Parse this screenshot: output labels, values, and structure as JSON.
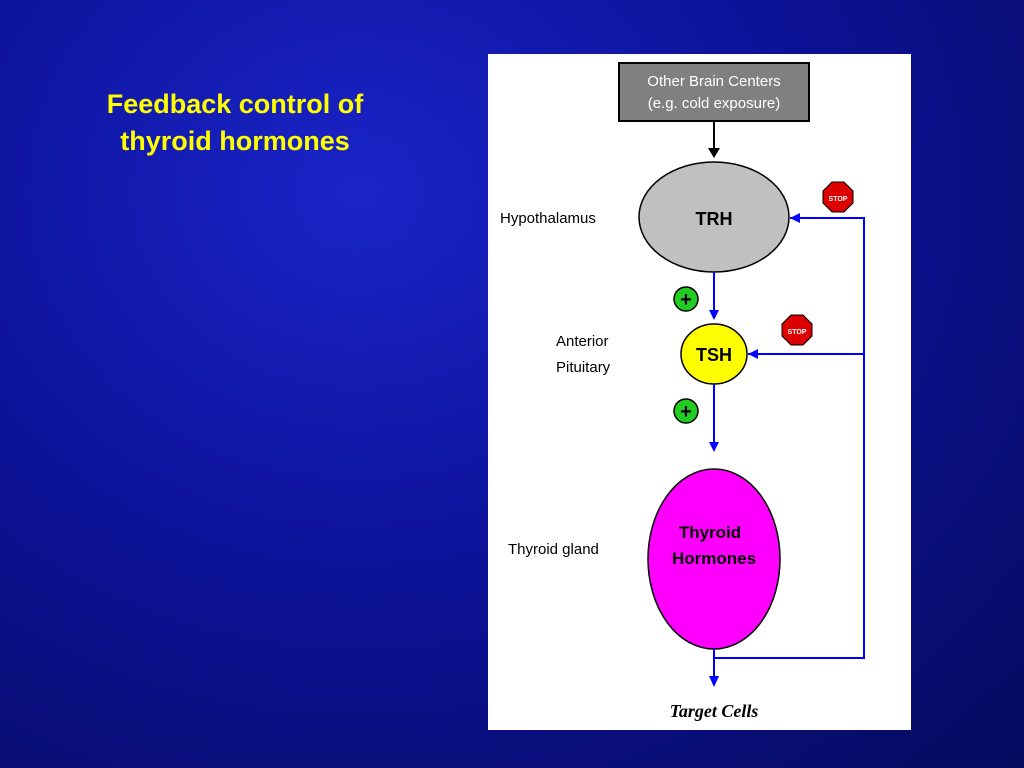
{
  "slide": {
    "title_line1": "Feedback control of",
    "title_line2": "thyroid hormones"
  },
  "diagram": {
    "top_box": {
      "line1": "Other Brain Centers",
      "line2": "(e.g. cold exposure)"
    },
    "levels": {
      "hypothalamus": "Hypothalamus",
      "pituitary_line1": "Anterior",
      "pituitary_line2": "Pituitary",
      "thyroid": "Thyroid gland"
    },
    "nodes": {
      "trh": "TRH",
      "tsh": "TSH",
      "hormones_line1": "Thyroid",
      "hormones_line2": "Hormones"
    },
    "stop_sign_text": "STOP",
    "plus_symbol": "+",
    "target": "Target Cells",
    "colors": {
      "trh": "#c0c0c0",
      "tsh": "#ffff00",
      "hormones": "#ff00ff",
      "feedback_line": "#0000ff",
      "stimulate": "#22cc22",
      "stop": "#dd0000",
      "top_box": "#808080"
    }
  }
}
